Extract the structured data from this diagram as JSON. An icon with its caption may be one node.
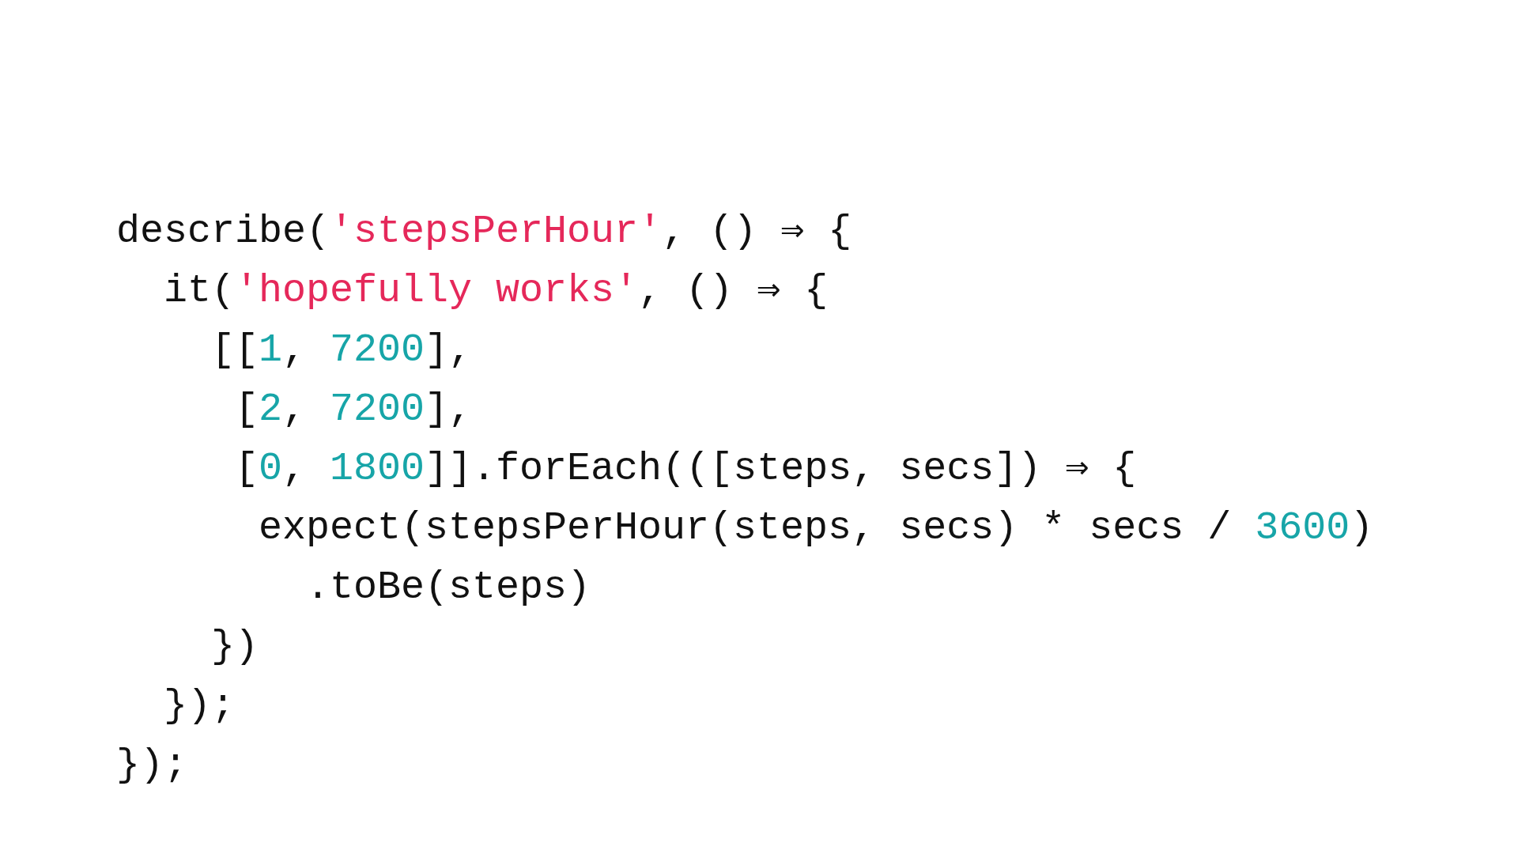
{
  "diagram": {
    "labels": [
      "describe('stepsPerHour', () ⇒ {",
      "it('hopefully works', () ⇒ {",
      "[[1, 7200],",
      "[2, 7200],",
      "[0, 1800]].forEach(([steps, secs]) ⇒ {",
      "expect(stepsPerHour(steps, secs) * secs / 3600)",
      ".toBe(steps)",
      "})",
      "});",
      "});"
    ]
  }
}
